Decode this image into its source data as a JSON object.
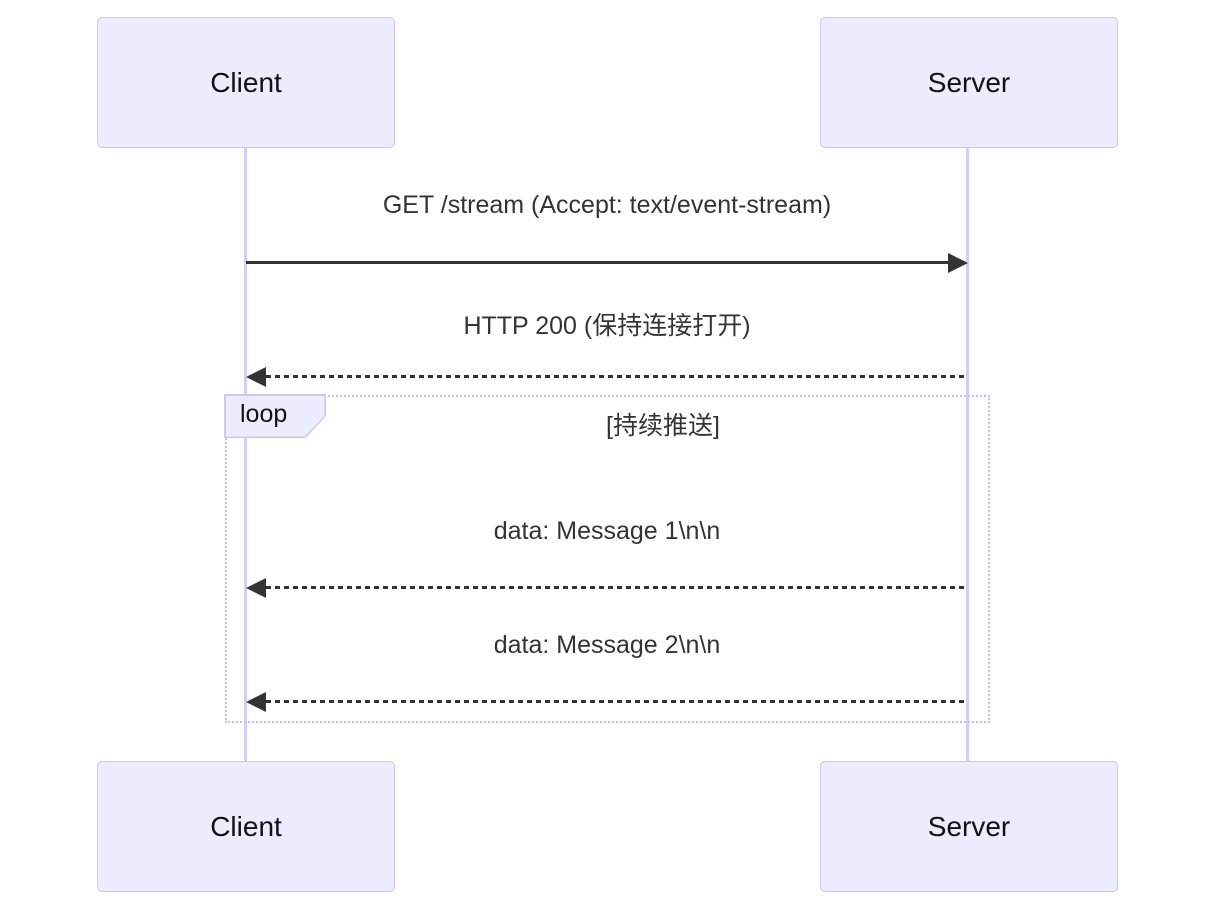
{
  "diagram": {
    "type": "sequence-diagram",
    "actors": {
      "client": "Client",
      "server": "Server"
    },
    "messages": [
      {
        "text": "GET /stream (Accept: text/event-stream)",
        "from": "Client",
        "to": "Server",
        "line": "solid",
        "arrow": "filled-right"
      },
      {
        "text": "HTTP 200 (保持连接打开)",
        "from": "Server",
        "to": "Client",
        "line": "dotted",
        "arrow": "filled-left"
      },
      {
        "text": "data: Message 1\\n\\n",
        "from": "Server",
        "to": "Client",
        "line": "dotted",
        "arrow": "filled-left"
      },
      {
        "text": "data: Message 2\\n\\n",
        "from": "Server",
        "to": "Client",
        "line": "dotted",
        "arrow": "filled-left"
      }
    ],
    "loop": {
      "label": "loop",
      "condition": "[持续推送]"
    }
  },
  "colors": {
    "actor_fill": "#ECECFF",
    "actor_border": "#d0c5ee",
    "actor_text": "#111111",
    "lifeline": "#d8cdf0",
    "loop_border": "#c9bce8",
    "arrow": "#333333",
    "message_text": "#333333"
  }
}
